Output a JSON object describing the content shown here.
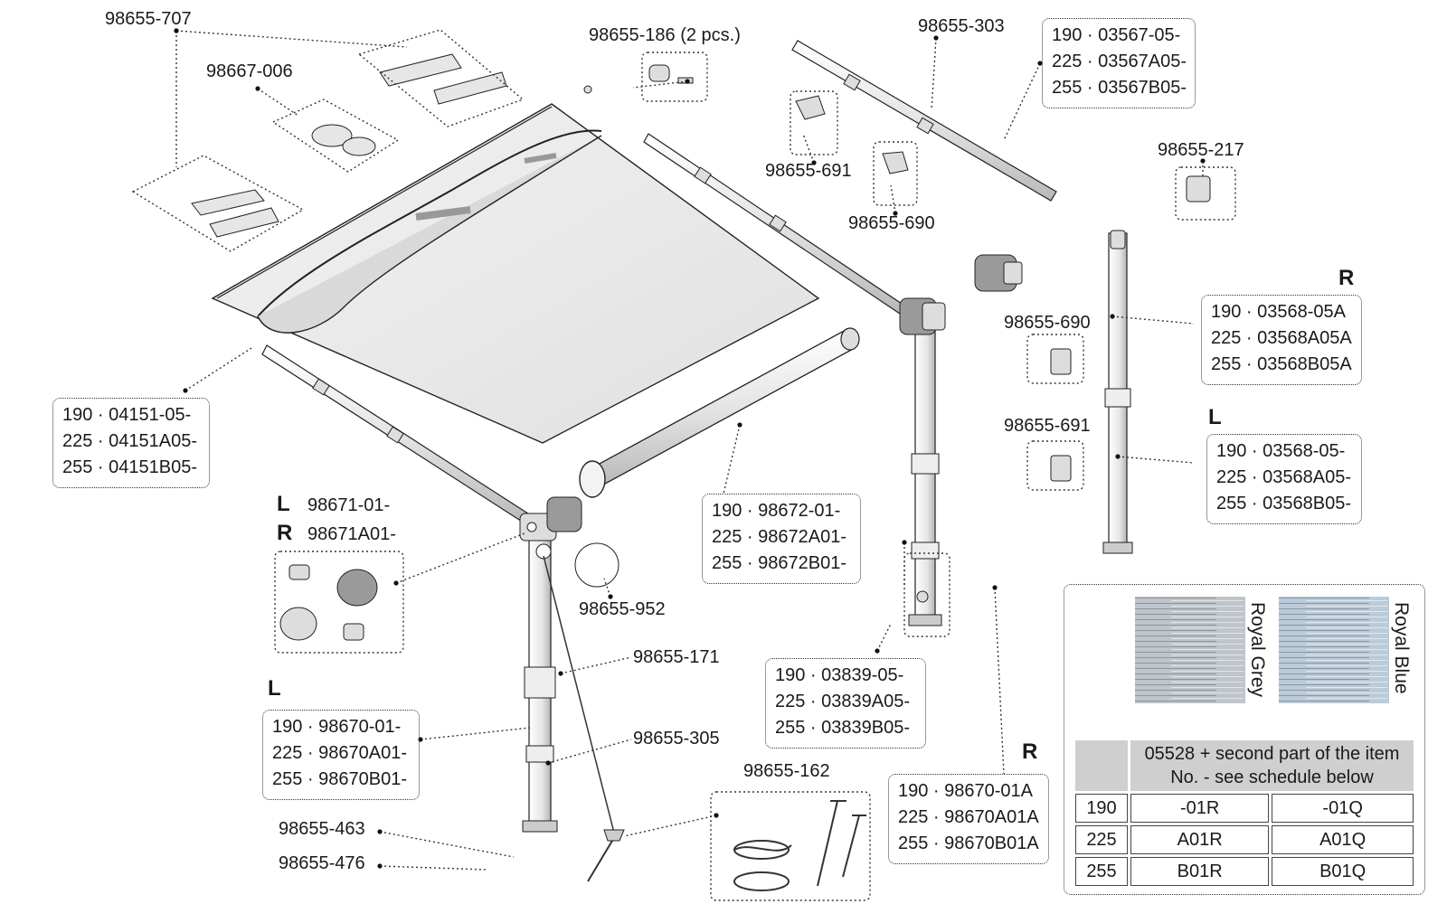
{
  "labels": {
    "p98655_707": "98655-707",
    "p98667_006": "98667-006",
    "p98655_186": "98655-186 (2 pcs.)",
    "p98655_303": "98655-303",
    "p98655_691_top": "98655-691",
    "p98655_690_top": "98655-690",
    "p98655_217": "98655-217",
    "p98655_690_right": "98655-690",
    "p98655_691_right": "98655-691",
    "p98655_952": "98655-952",
    "p98655_171": "98655-171",
    "p98655_305": "98655-305",
    "p98655_162": "98655-162",
    "p98655_463": "98655-463",
    "p98655_476": "98655-476"
  },
  "side_markers": {
    "L": "L",
    "R": "R"
  },
  "codes": {
    "front_bar": [
      "190 · 03567-05-",
      "225 · 03567A05-",
      "255 · 03567B05-"
    ],
    "leg_r_upper": [
      "190 · 03568-05A",
      "225 · 03568A05A",
      "255 · 03568B05A"
    ],
    "leg_l_upper": [
      "190 · 03568-05-",
      "225 · 03568A05-",
      "255 · 03568B05-"
    ],
    "side_bar": [
      "190 · 04151-05-",
      "225 · 04151A05-",
      "255 · 04151B05-"
    ],
    "hinge_l": "98671-01-",
    "hinge_r": "98671A01-",
    "roller": [
      "190 · 98672-01-",
      "225 · 98672A01-",
      "255 · 98672B01-"
    ],
    "leg_l": [
      "190 · 98670-01-",
      "225 · 98670A01-",
      "255 · 98670B01-"
    ],
    "leg_mid": [
      "190 · 03839-05-",
      "225 · 03839A05-",
      "255 · 03839B05-"
    ],
    "leg_r": [
      "190 · 98670-01A",
      "225 · 98670A01A",
      "255 · 98670B01A"
    ]
  },
  "fabrics": {
    "grey": "Royal Grey",
    "blue": "Royal Blue",
    "grey_color": "#b9c0c6",
    "blue_color": "#b4c3d0"
  },
  "schedule": {
    "header": "05528 + second part of the item No. - see schedule below",
    "rows": [
      {
        "size": "190",
        "grey": "-01R",
        "blue": "-01Q"
      },
      {
        "size": "225",
        "grey": "A01R",
        "blue": "A01Q"
      },
      {
        "size": "255",
        "grey": "B01R",
        "blue": "B01Q"
      }
    ]
  }
}
